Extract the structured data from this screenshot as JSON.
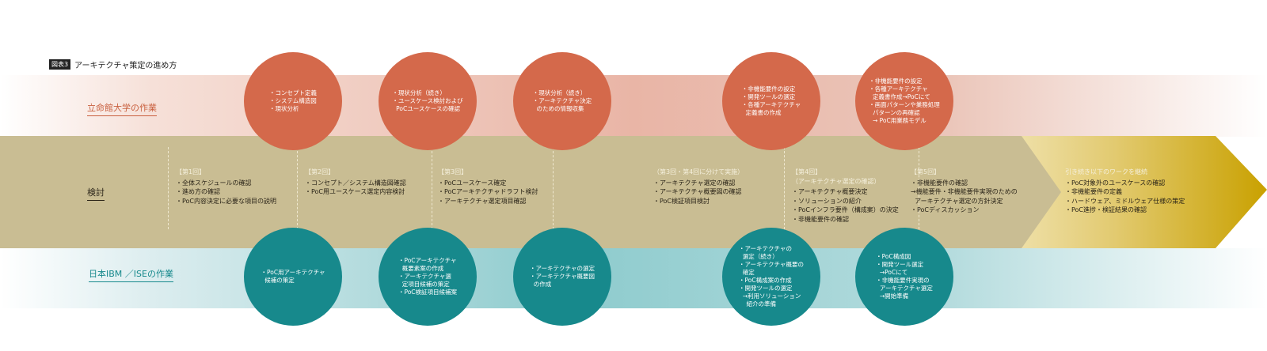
{
  "figure": {
    "tag": "図表3",
    "title": "アーキテクチャ策定の進め方"
  },
  "lanes": {
    "ritsumeikan": "立命館大学の作業",
    "review": "検討",
    "ibm": "日本IBM ／ISEの作業"
  },
  "ritsumeikan_circles": [
    {
      "items": [
        "・コンセプト定義",
        "・システム構造図",
        "・現状分析"
      ]
    },
    {
      "items": [
        "・現状分析（続き）",
        "・ユースケース検討および",
        "  PoCユースケースの確認"
      ]
    },
    {
      "items": [
        "・現状分析（続き）",
        "・アーキテクチャ決定",
        "  のための情報収集"
      ]
    },
    {
      "items": [
        "・非機能要件の設定",
        "・開発ツールの選定",
        "・各種アーキテクチャ",
        "  定義書の作成"
      ]
    },
    {
      "items": [
        "・非機能要件の設定",
        "・各種アーキテクチャ",
        "  定義書作成→PoCにて",
        "・画面パターンや業務処理",
        "  パターンの再確認",
        "  → PoC用業務モデル"
      ]
    }
  ],
  "sessions": [
    {
      "heading": "【第1回】",
      "sub": "",
      "items": [
        "・全体スケジュールの確認",
        "・進め方の確認",
        "・PoC内容決定に必要な項目の説明"
      ]
    },
    {
      "heading": "【第2回】",
      "sub": "",
      "items": [
        "・コンセプト／システム構造図確認",
        "・PoC用ユースケース選定内容検討"
      ]
    },
    {
      "heading": "【第3回】",
      "sub": "",
      "items": [
        "・PoCユースケース確定",
        "・PoCアーキテクチャドラフト検討",
        "・アーキテクチャ選定項目確認"
      ]
    },
    {
      "heading": "（第3回・第4回に分けて実施）",
      "sub": "",
      "items": [
        "・アーキテクチャ選定の確認",
        "・アーキテクチャ概要図の確認",
        "・PoC検証項目検討"
      ]
    },
    {
      "heading": "【第4回】",
      "sub": "（アーキテクチャ選定の確認）",
      "items": [
        "・アーキテクチャ概要決定",
        "・ソリューションの紹介",
        "・PoCインフラ要件（構成案）の決定",
        "・非機能要件の確認"
      ]
    },
    {
      "heading": "【第5回】",
      "sub": "",
      "items": [
        "・非機能要件の確認",
        "→機能要件・非機能要件実現のための",
        "  アーキテクチャ選定の方針決定",
        "・PoCディスカッション"
      ]
    },
    {
      "heading": "引き続き以下のワークを継続",
      "sub": "",
      "items": [
        "・PoC対象外のユースケースの確認",
        "・非機能要件の定義",
        "・ハードウェア、ミドルウェア仕様の策定",
        "・PoC進捗・検証結果の確認"
      ]
    }
  ],
  "ibm_circles": [
    {
      "items": [
        "・PoC用アーキテクチャ",
        "  候補の策定"
      ]
    },
    {
      "items": [
        "・PoCアーキテクチャ",
        "  概要素案の作成",
        "・アーキテクチャ選",
        "  定項目候補の策定",
        "・PoC検証項目候補案"
      ]
    },
    {
      "items": [
        "・アーキテクチャの選定",
        "・アーキテクチャ概要図",
        "  の作成"
      ]
    },
    {
      "items": [
        "・アーキテクチャの",
        "  選定（続き）",
        "・アーキテクチャ概要の",
        "  確定",
        "・PoC構成案の作成",
        "・開発ツールの選定",
        "  →利用ソリューション",
        "    紹介の準備"
      ]
    },
    {
      "items": [
        "・PoC構成図",
        "・開発ツール選定",
        "  →PoCにて",
        "・非機能要件実現の",
        "  アーキテクチャ選定",
        "  →開始準備"
      ]
    }
  ],
  "colors": {
    "orange": "#d4694b",
    "teal": "#17898c",
    "khaki": "#c9bd93",
    "gold": "#c9a100"
  }
}
